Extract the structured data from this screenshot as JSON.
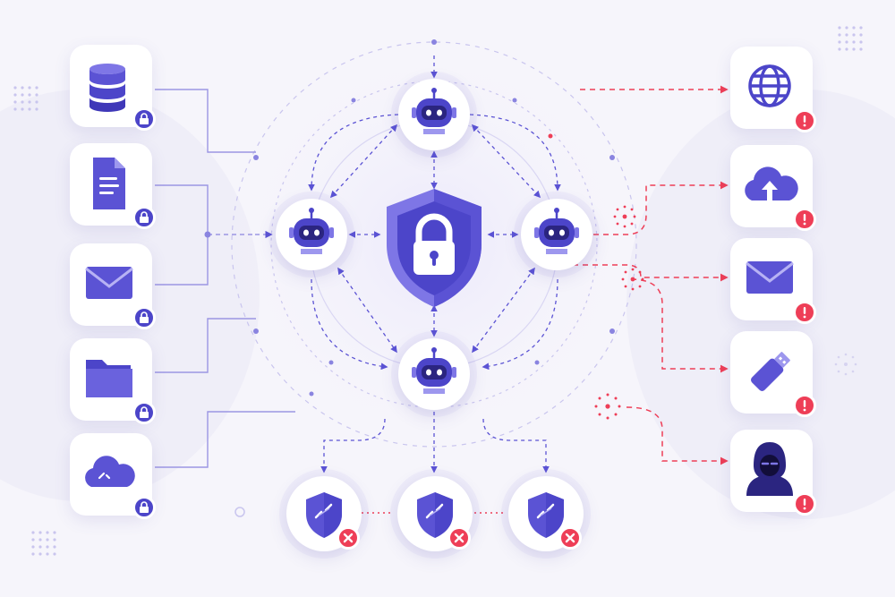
{
  "diagram": {
    "center": {
      "name": "central-shield",
      "icon": "shield-lock-icon"
    },
    "agents": [
      {
        "name": "ai-agent-top",
        "icon": "robot-icon"
      },
      {
        "name": "ai-agent-left",
        "icon": "robot-icon"
      },
      {
        "name": "ai-agent-right",
        "icon": "robot-icon"
      },
      {
        "name": "ai-agent-bottom",
        "icon": "robot-icon"
      }
    ],
    "protected_sources": [
      {
        "name": "database",
        "icon": "database-icon",
        "badge": "lock-icon"
      },
      {
        "name": "document",
        "icon": "document-icon",
        "badge": "lock-icon"
      },
      {
        "name": "email",
        "icon": "envelope-icon",
        "badge": "lock-icon"
      },
      {
        "name": "folder",
        "icon": "folder-icon",
        "badge": "lock-icon"
      },
      {
        "name": "cloud-storage",
        "icon": "cloud-icon",
        "badge": "lock-icon"
      }
    ],
    "threat_destinations": [
      {
        "name": "web",
        "icon": "globe-icon",
        "badge": "alert-icon"
      },
      {
        "name": "cloud-upload",
        "icon": "cloud-upload-icon",
        "badge": "alert-icon"
      },
      {
        "name": "email",
        "icon": "envelope-icon",
        "badge": "alert-icon"
      },
      {
        "name": "usb-drive",
        "icon": "usb-drive-icon",
        "badge": "alert-icon"
      },
      {
        "name": "hacker",
        "icon": "hacker-icon",
        "badge": "alert-icon"
      }
    ],
    "blocked_checks": [
      {
        "name": "blocked-shield-1",
        "icon": "shield-check-icon",
        "badge": "x-icon"
      },
      {
        "name": "blocked-shield-2",
        "icon": "shield-check-icon",
        "badge": "x-icon"
      },
      {
        "name": "blocked-shield-3",
        "icon": "shield-check-icon",
        "badge": "x-icon"
      }
    ],
    "colors": {
      "background": "#f6f5fb",
      "primary": "#4c45c9",
      "primary_light": "#7e76e6",
      "connector": "#8a84e0",
      "threat": "#ee3e57",
      "card": "#ffffff"
    }
  }
}
